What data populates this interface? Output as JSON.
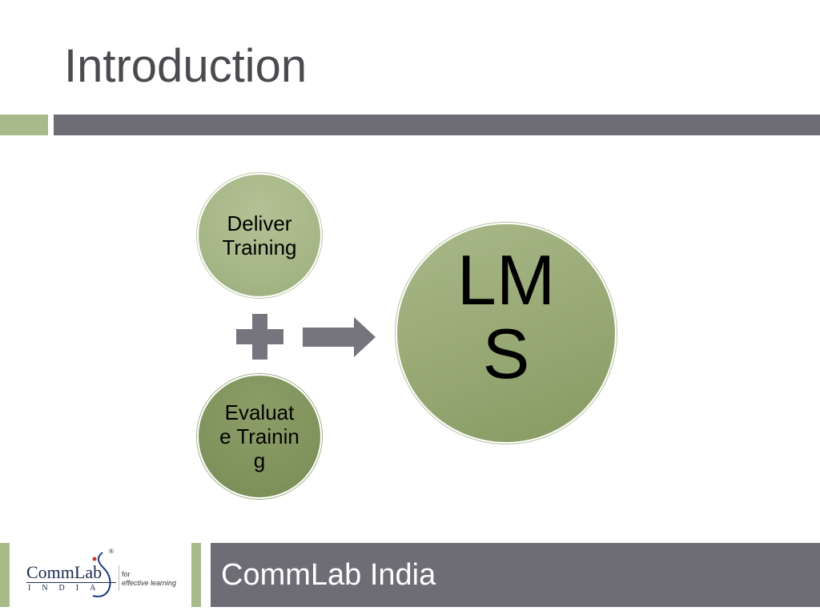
{
  "slide": {
    "title": "Introduction"
  },
  "diagram": {
    "deliver_label": "Deliver Training",
    "evaluate_label": "Evaluate Training",
    "lms_label": "LMS"
  },
  "footer": {
    "text": "CommLab India"
  },
  "logo": {
    "name": "CommLab",
    "sub": "INDIA",
    "tagline_line1": "for",
    "tagline_line2": "effective learning",
    "registered": "®"
  },
  "colors": {
    "accent_green": "#a8b98a",
    "bar_gray": "#6e6d75",
    "dark_green": "#7f925c",
    "icon_gray": "#76757d"
  },
  "icons": {
    "plus": "plus-icon",
    "arrow": "arrow-right-icon"
  }
}
